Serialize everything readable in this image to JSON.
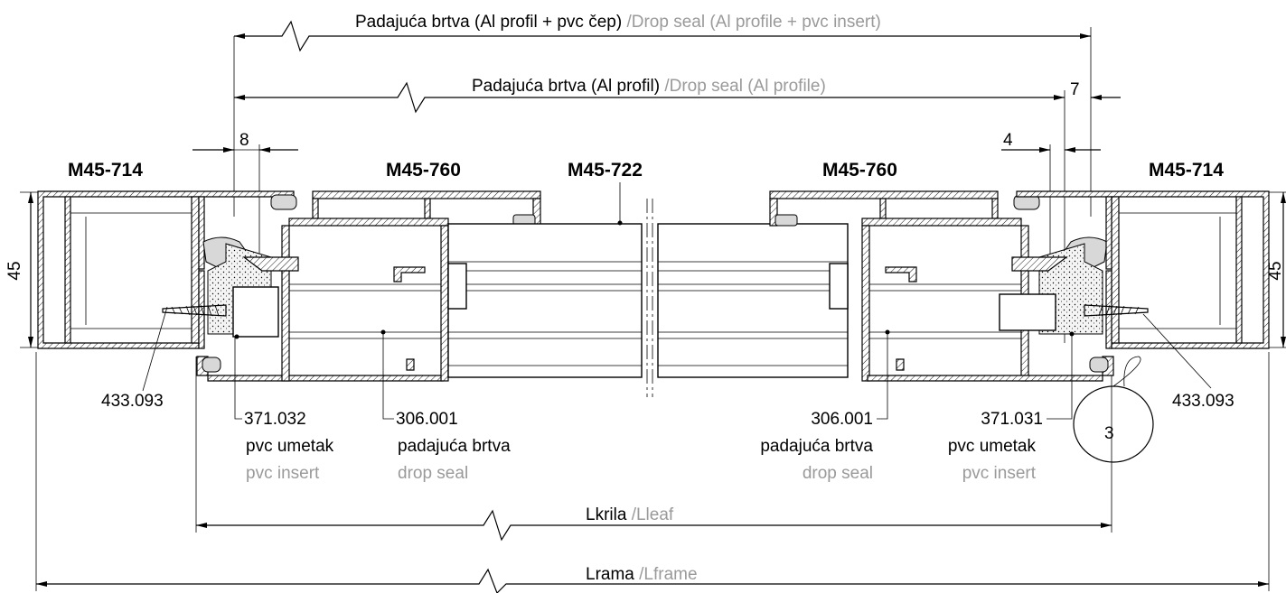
{
  "dimensions": {
    "top_seal_combo": {
      "label": "Padajuća brtva (Al profil + pvc čep)",
      "label_en": "/Drop seal (Al profile + pvc insert)"
    },
    "top_seal_al": {
      "label": "Padajuća brtva (Al profil)",
      "label_en": "/Drop seal (Al profile)"
    },
    "dim_8": "8",
    "dim_7": "7",
    "dim_4": "4",
    "dim_45_left": "45",
    "dim_45_right": "45",
    "leaf_width": {
      "label": "Lkrila",
      "label_en": "/Lleaf"
    },
    "frame_width": {
      "label": "Lrama",
      "label_en": "/Lframe"
    }
  },
  "profiles": {
    "left_frame": "M45-714",
    "left_leaf": "M45-760",
    "center": "M45-722",
    "right_leaf": "M45-760",
    "right_frame": "M45-714"
  },
  "callouts": {
    "screw_left": "433.093",
    "screw_right": "433.093",
    "insert_left": {
      "code": "371.032",
      "name": "pvc umetak",
      "name_en": "pvc insert"
    },
    "seal_left": {
      "code": "306.001",
      "name": "padajuća brtva",
      "name_en": "drop seal"
    },
    "seal_right": {
      "code": "306.001",
      "name": "padajuća brtva",
      "name_en": "drop seal"
    },
    "insert_right": {
      "code": "371.031",
      "name": "pvc umetak",
      "name_en": "pvc insert"
    }
  },
  "detail_mark": "3"
}
